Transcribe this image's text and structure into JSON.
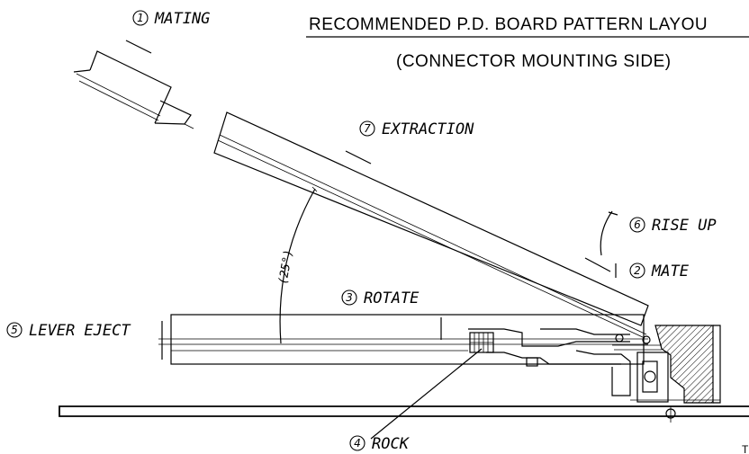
{
  "header": {
    "title": "RECOMMENDED P.D. BOARD PATTERN LAYOU",
    "subtitle": "(CONNECTOR MOUNTING SIDE)"
  },
  "steps": [
    {
      "num": "1",
      "label": "MATING"
    },
    {
      "num": "2",
      "label": "MATE"
    },
    {
      "num": "3",
      "label": "ROTATE"
    },
    {
      "num": "4",
      "label": "ROCK"
    },
    {
      "num": "5",
      "label": "LEVER EJECT"
    },
    {
      "num": "6",
      "label": "RISE UP"
    },
    {
      "num": "7",
      "label": "EXTRACTION"
    }
  ],
  "angle_label": "(25°)",
  "corner_mark": "T"
}
